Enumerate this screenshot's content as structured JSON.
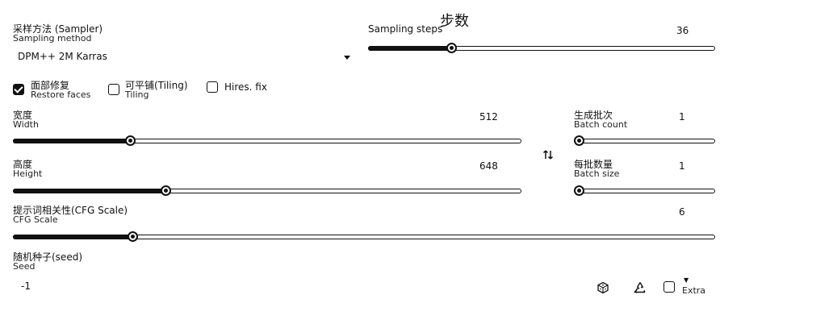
{
  "sampler": {
    "label_zh": "采样方法 (Sampler)",
    "label_en": "Sampling method",
    "value": "DPM++ 2M Karras"
  },
  "steps": {
    "annotation": "步数",
    "label": "Sampling steps",
    "value": "36",
    "fraction": 0.24
  },
  "options": {
    "restore_faces": {
      "label_zh": "面部修复",
      "label_en": "Restore faces",
      "checked": true
    },
    "tiling": {
      "label_zh": "可平铺(Tiling)",
      "label_en": "Tiling",
      "checked": false
    },
    "hires": {
      "label": "Hires. fix",
      "checked": false
    }
  },
  "width": {
    "label_zh": "宽度",
    "label_en": "Width",
    "value": "512",
    "fraction": 0.23
  },
  "height": {
    "label_zh": "高度",
    "label_en": "Height",
    "value": "648",
    "fraction": 0.3
  },
  "swap_icon": "swap-vertical-icon",
  "batch_count": {
    "label_zh": "生成批次",
    "label_en": "Batch count",
    "value": "1",
    "fraction": 0.0
  },
  "batch_size": {
    "label_zh": "每批数量",
    "label_en": "Batch size",
    "value": "1",
    "fraction": 0.0
  },
  "cfg": {
    "label_zh": "提示词相关性(CFG Scale)",
    "label_en": "CFG Scale",
    "value": "6",
    "fraction": 0.17
  },
  "seed": {
    "label_zh": "随机种子(seed)",
    "label_en": "Seed",
    "value": "-1",
    "dice_icon": "dice-icon",
    "recycle_icon": "recycle-icon",
    "extra_label": "Extra",
    "extra_checked": false
  }
}
